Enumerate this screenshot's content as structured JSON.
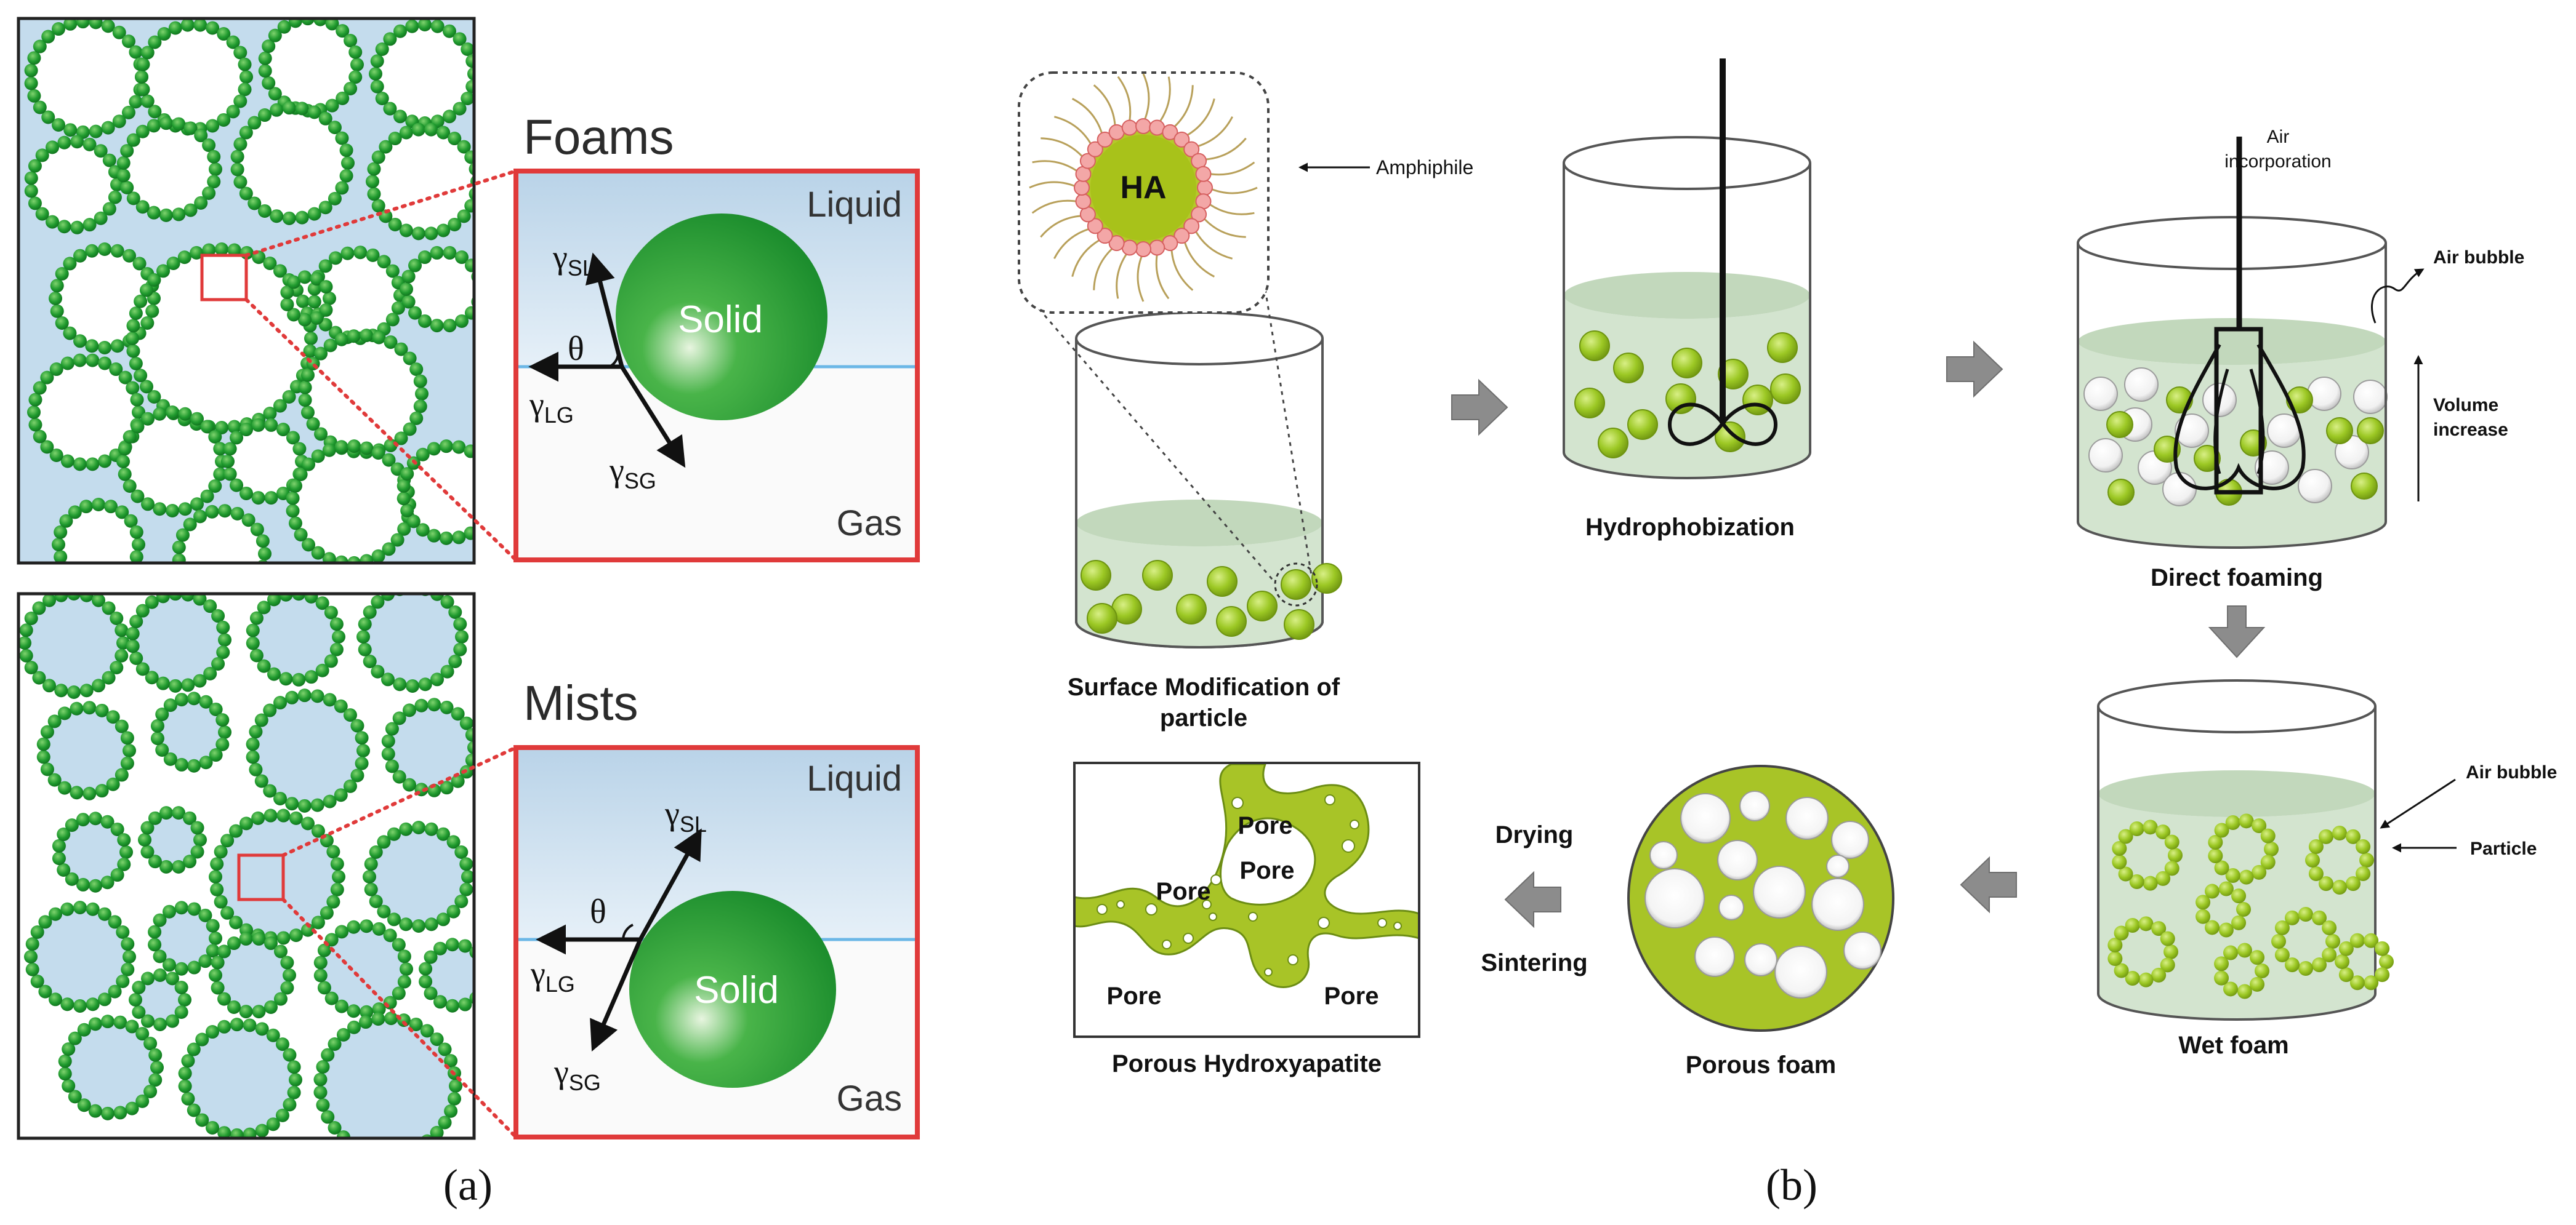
{
  "panel_a": {
    "foams": {
      "title": "Foams",
      "liquid": "Liquid",
      "gas": "Gas",
      "solid": "Solid",
      "theta": "θ",
      "gamma_sl": "γSL",
      "gamma_lg": "γLG",
      "gamma_sg": "γSG"
    },
    "mists": {
      "title": "Mists",
      "liquid": "Liquid",
      "gas": "Gas",
      "solid": "Solid",
      "theta": "θ",
      "gamma_sl": "γSL",
      "gamma_lg": "γLG",
      "gamma_sg": "γSG"
    },
    "caption": "(a)"
  },
  "panel_b": {
    "ha_label": "HA",
    "amphiphile": "Amphiphile",
    "step1": [
      "Surface Modification of",
      "particle"
    ],
    "step2": "Hydrophobization",
    "air_incorporation": [
      "Air",
      "incorporation"
    ],
    "air_bubble_1": "Air bubble",
    "volume_increase": [
      "Volume",
      "increase"
    ],
    "step3": "Direct foaming",
    "air_bubble_2": "Air bubble",
    "particle": "Particle",
    "step4": "Wet foam",
    "step5": "Porous foam",
    "drying": "Drying",
    "sintering": "Sintering",
    "pore": "Pore",
    "step6": "Porous Hydroxyapatite",
    "caption": "(b)"
  },
  "colors": {
    "particle_green": "#8bb81f",
    "liquid_blue": "#c4dced",
    "dark_green": "#1f9a2e",
    "red_frame": "#e03a3a",
    "liquid_fill": "#d3e4cf",
    "arrow_gray": "#8c8c8c"
  }
}
